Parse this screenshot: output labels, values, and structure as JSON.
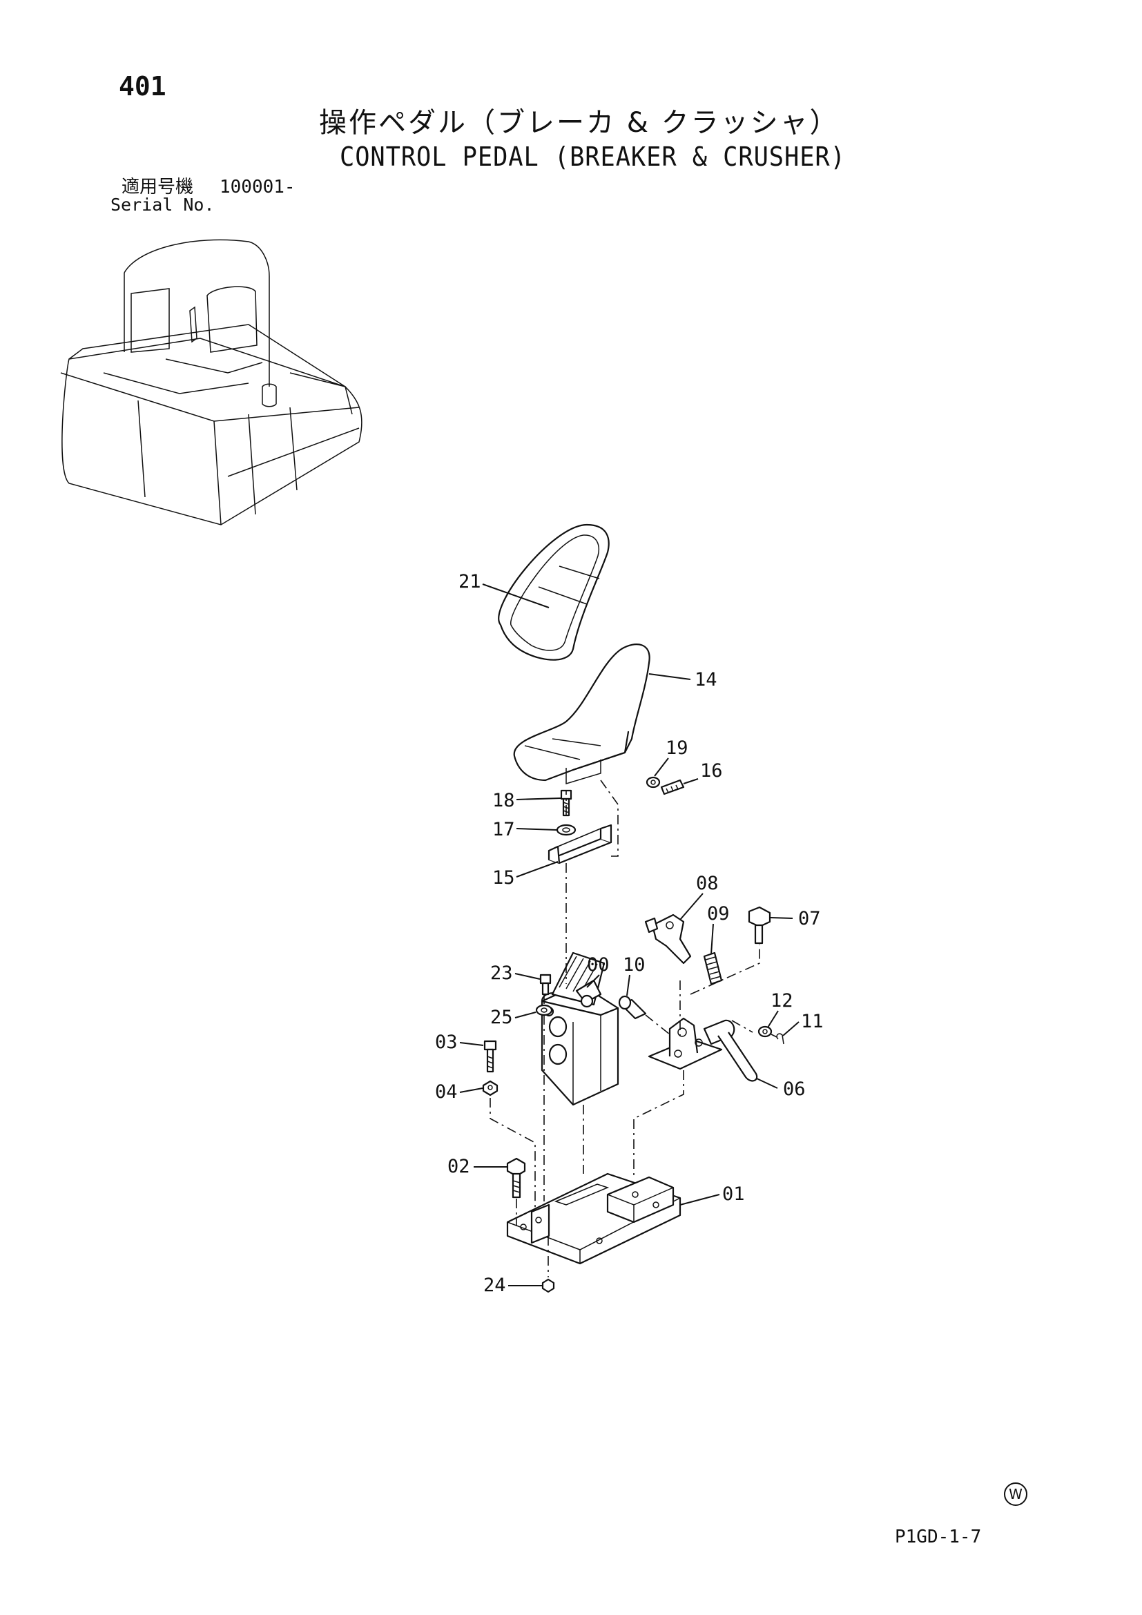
{
  "header": {
    "page_number": "401",
    "title_jp": "操作ペダル（ブレーカ & クラッシャ）",
    "title_en": "CONTROL PEDAL (BREAKER & CRUSHER)",
    "serial_label_jp": "適用号機",
    "serial_value": "100001-",
    "serial_label_en": "Serial No."
  },
  "footer": {
    "mark": "W",
    "page_code": "P1GD-1-7"
  },
  "callouts": [
    {
      "id": "21"
    },
    {
      "id": "14"
    },
    {
      "id": "19"
    },
    {
      "id": "16"
    },
    {
      "id": "18"
    },
    {
      "id": "17"
    },
    {
      "id": "15"
    },
    {
      "id": "08"
    },
    {
      "id": "09"
    },
    {
      "id": "07"
    },
    {
      "id": "23"
    },
    {
      "id": "00"
    },
    {
      "id": "10"
    },
    {
      "id": "25"
    },
    {
      "id": "12"
    },
    {
      "id": "11"
    },
    {
      "id": "03"
    },
    {
      "id": "06"
    },
    {
      "id": "04"
    },
    {
      "id": "02"
    },
    {
      "id": "01"
    },
    {
      "id": "24"
    }
  ]
}
